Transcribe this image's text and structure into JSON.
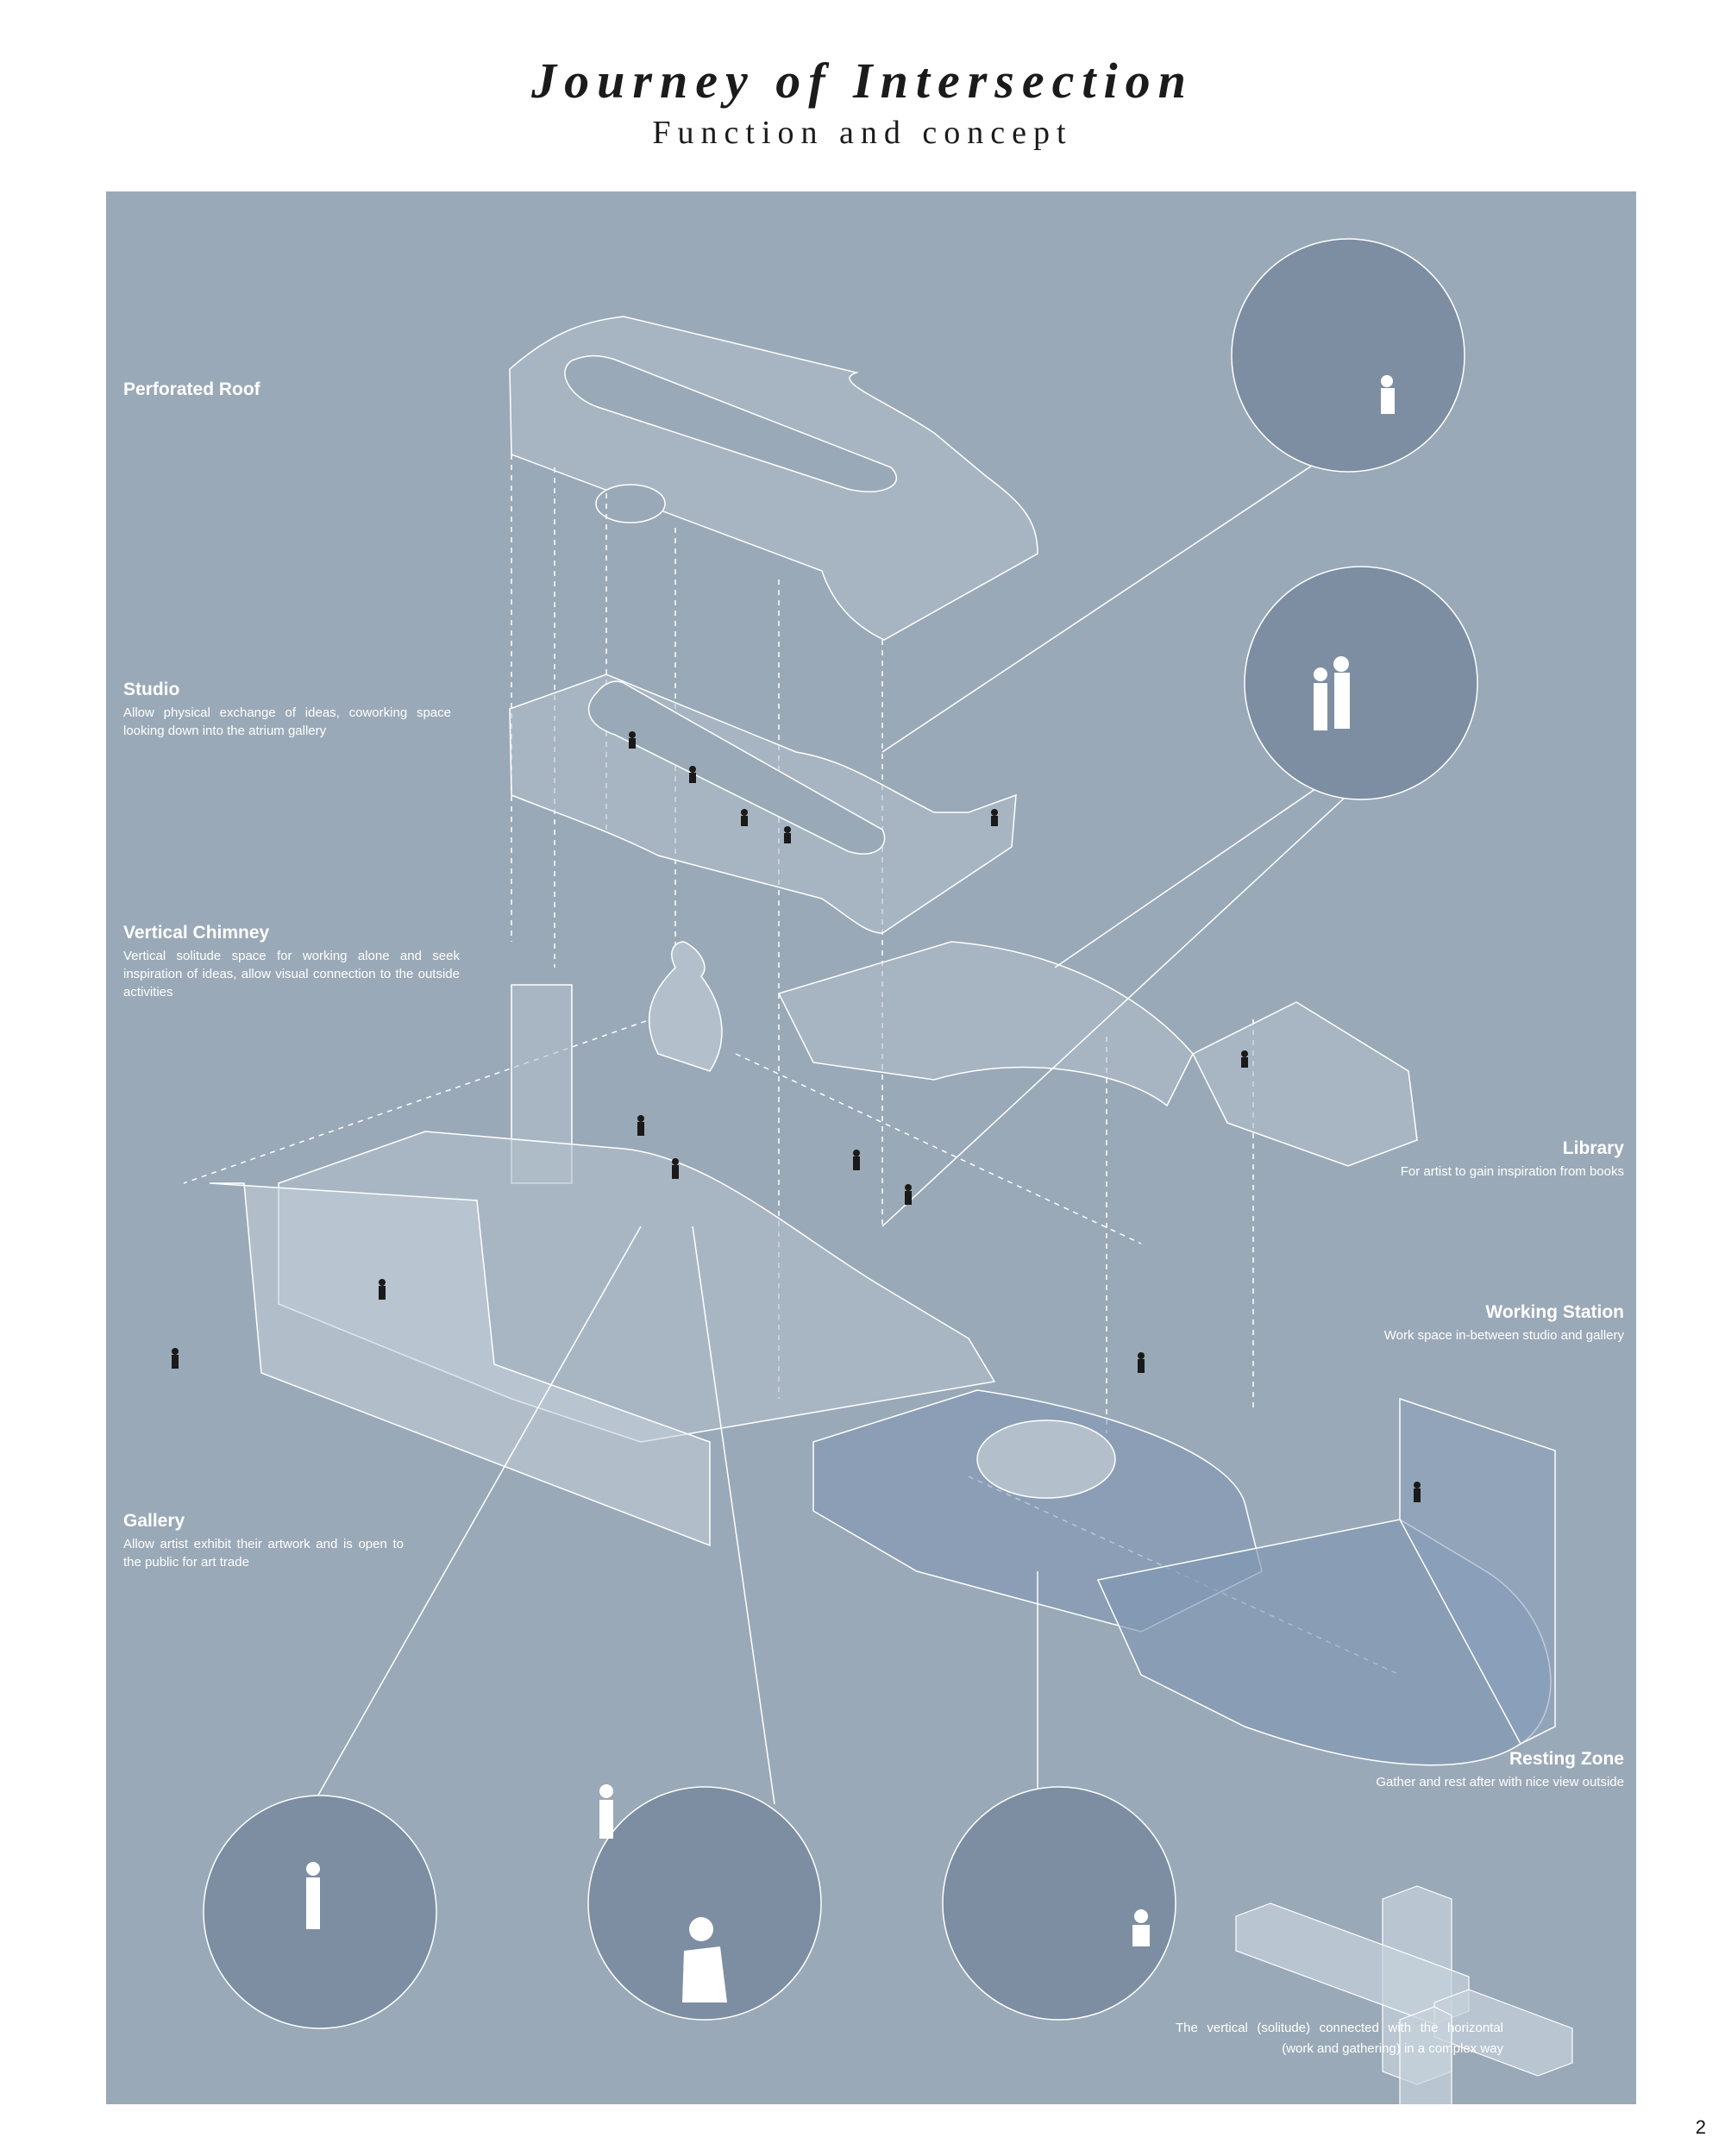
{
  "header": {
    "title": "Journey of Intersection",
    "subtitle": "Function and concept"
  },
  "labels": {
    "roof": {
      "heading": "Perforated Roof"
    },
    "studio": {
      "heading": "Studio",
      "description": "Allow physical exchange of ideas, coworking space looking down into the atrium gallery"
    },
    "chimney": {
      "heading": "Vertical Chimney",
      "description": "Vertical solitude space for working alone and seek inspiration of ideas, allow visual connection to the outside activities"
    },
    "gallery": {
      "heading": "Gallery",
      "description": "Allow artist exhibit their artwork and is open to the public for art trade"
    },
    "library": {
      "heading": "Library",
      "description": "For artist to gain inspiration from books"
    },
    "working": {
      "heading": "Working Station",
      "description": "Work space in-between studio and gallery"
    },
    "resting": {
      "heading": "Resting Zone",
      "description": "Gather and rest after with nice view outside"
    }
  },
  "concept_note": "The vertical (solitude) connected with the horizontal (work and gathering) in a complex way",
  "page_number": "2",
  "colors": {
    "panel": "#9aa9b7",
    "line": "#ffffff",
    "fill": "#b3c0cc",
    "blue_fill": "#7f96b4"
  }
}
